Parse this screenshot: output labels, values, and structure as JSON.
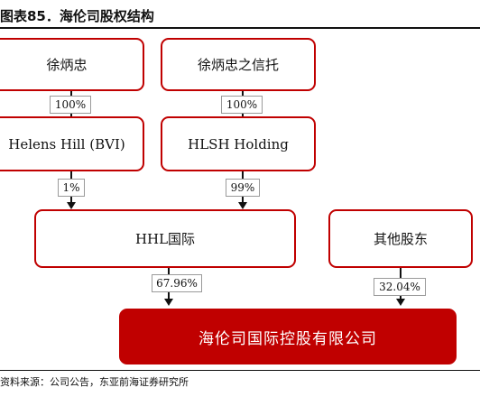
{
  "figure": {
    "title": "图表85．海伦司股权结构",
    "source": "资料来源：公司公告，东亚前海证券研究所"
  },
  "nodes": {
    "xu_bingzhong": "徐炳忠",
    "xu_trust": "徐炳忠之信托",
    "helens_hill": "Helens Hill (BVI)",
    "hlsh": "HLSH Holding",
    "hhl": "HHL国际",
    "others": "其他股东",
    "helens_intl": "海伦司国际控股有限公司"
  },
  "edges": {
    "xu_to_helens_hill": "100%",
    "trust_to_hlsh": "100%",
    "helens_hill_to_hhl": "1%",
    "hlsh_to_hhl": "99%",
    "hhl_to_helens_intl": "67.96%",
    "others_to_helens_intl": "32.04%"
  }
}
